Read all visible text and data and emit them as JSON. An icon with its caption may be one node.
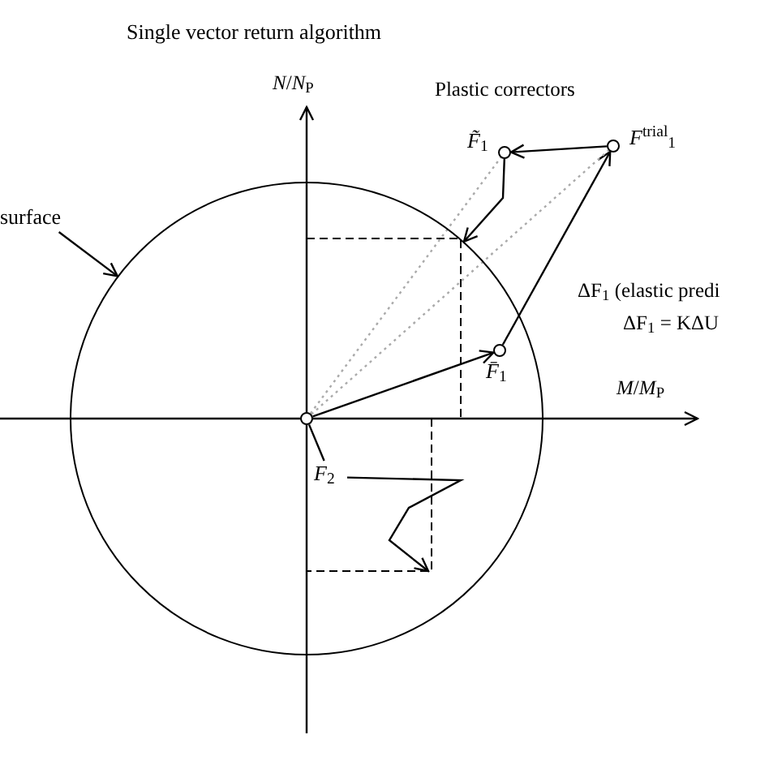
{
  "diagram": {
    "title": "Single vector return algorithm",
    "nodes": [
      {
        "text": [],
        "shape": "circle"
      },
      {
        "text": [
          "surface"
        ]
      },
      {
        "text": [],
        "shape": "circle",
        "in": 0
      },
      {
        "text": [],
        "shape": "circle",
        "in": 0,
        "beside": [
          "*F̄*$_{1}$"
        ]
      },
      {
        "text": [],
        "shape": "circle",
        "beside": [
          "*F*$^{trial}$$_{1}$"
        ]
      },
      {
        "text": [],
        "shape": "circle",
        "beside": [
          "*F̃*$_{1}$"
        ]
      },
      {
        "text": [
          "*F*$_{2}$"
        ],
        "in": 0
      }
    ],
    "edges": [
      {
        "from": 1,
        "to": 0,
        "arrow": "to"
      },
      {
        "from": 2,
        "to": 3,
        "arrow": "to"
      },
      {
        "from": 3,
        "to": 4,
        "arrow": "to"
      },
      {
        "from": 4,
        "to": 5,
        "arrow": "to"
      },
      {
        "from": 5,
        "to": 0,
        "arrow": "to"
      },
      {
        "from": 2,
        "to": 6,
        "arrow": "none"
      },
      {
        "from": 6,
        "to": null,
        "arrow": "to"
      },
      {
        "from": 2,
        "to": 5,
        "arrow": "none",
        "style": "dashed",
        "color": "#aaaaaa"
      },
      {
        "from": 2,
        "to": 4,
        "arrow": "none",
        "style": "dashed",
        "color": "#aaaaaa"
      }
    ],
    "labels": [
      "*N*/*N*$_{P}$",
      "Plastic correctors",
      "ΔF$_{1}$ (elastic predi",
      "ΔF$_{1}$ = KΔU",
      "*M*/*M*$_{P}$"
    ]
  }
}
